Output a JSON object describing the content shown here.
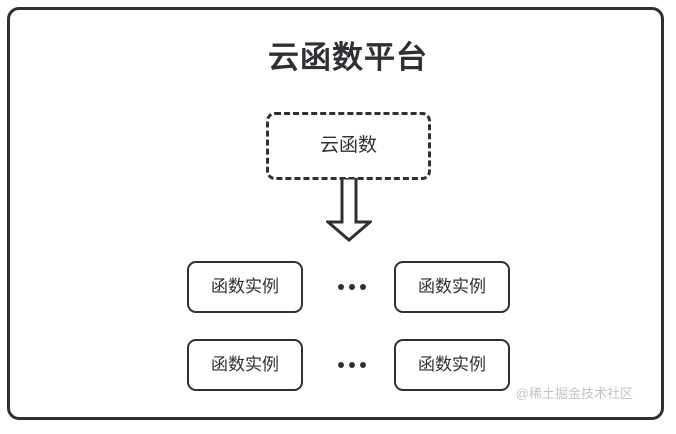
{
  "diagram": {
    "title": "云函数平台",
    "cloud_function": {
      "label": "云函数"
    },
    "flow_arrow": {
      "icon": "down-block-arrow-icon",
      "direction": "down"
    },
    "instance_rows": [
      {
        "left_instance": "函数实例",
        "ellipsis": "...",
        "right_instance": "函数实例"
      },
      {
        "left_instance": "函数实例",
        "ellipsis": "...",
        "right_instance": "函数实例"
      }
    ],
    "watermark": "@稀土掘金技术社区",
    "colors": {
      "stroke": "#2f3033",
      "background": "#ffffff",
      "watermark": "#c2c4c8"
    }
  }
}
